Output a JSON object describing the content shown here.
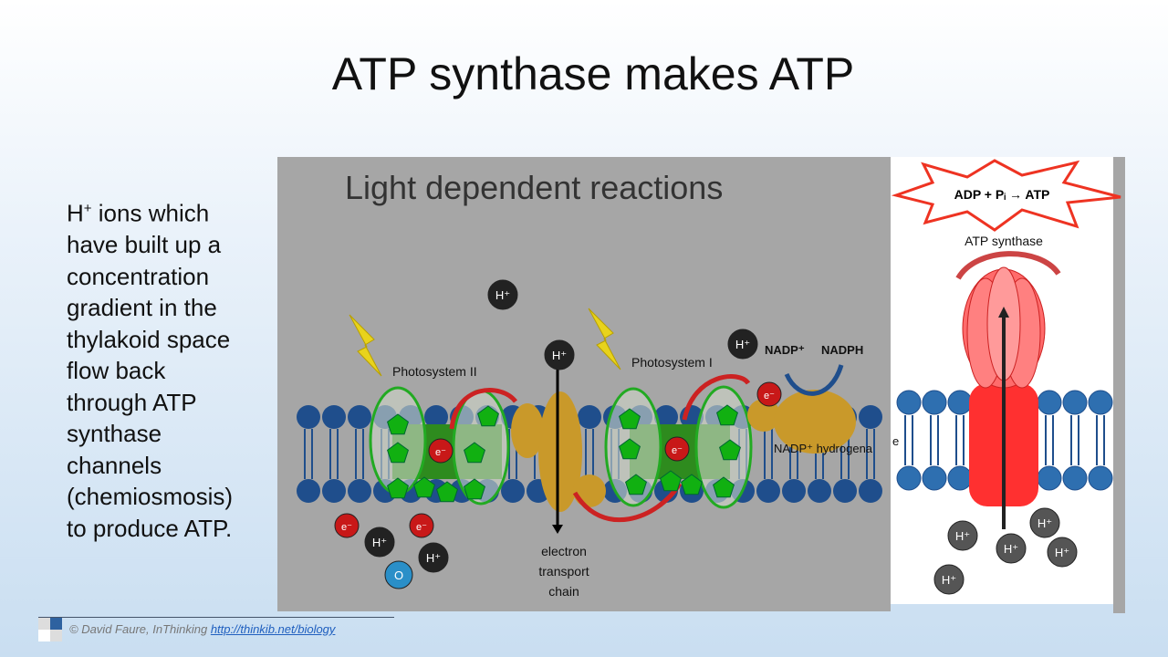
{
  "slide": {
    "title": "ATP synthase makes ATP",
    "body_lines": [
      "ions which",
      "have built up a",
      "concentration",
      "gradient in the",
      "thylakoid space",
      "flow back",
      "through ATP",
      "synthase",
      "channels",
      "(chemiosmosis)",
      "to produce ATP."
    ],
    "body_prefix": "H",
    "body_prefix_sup": "+"
  },
  "diagram": {
    "heading": "Light dependent reactions",
    "photosystem_ii": "Photosystem II",
    "photosystem_i": "Photosystem I",
    "nadp": "NADP⁺",
    "nadph": "NADPH",
    "nadp_hydrogenase": "NADP⁺ hydrogena",
    "cut_letter": "e",
    "etc_lines": [
      "electron",
      "transport",
      "chain"
    ],
    "h_ion": "H⁺",
    "electron": "e⁻",
    "oxygen": "O",
    "equation": "ADP + Pᵢ → ATP",
    "atp_synthase": "ATP synthase"
  },
  "footer": {
    "credit": "© David Faure, InThinking",
    "link": "http://thinkib.net/biology"
  },
  "colors": {
    "membrane": "#1f4e8c",
    "ps_green": "#1a9a1a",
    "protein_gold": "#c9992a",
    "atp_red": "#ff3333"
  }
}
